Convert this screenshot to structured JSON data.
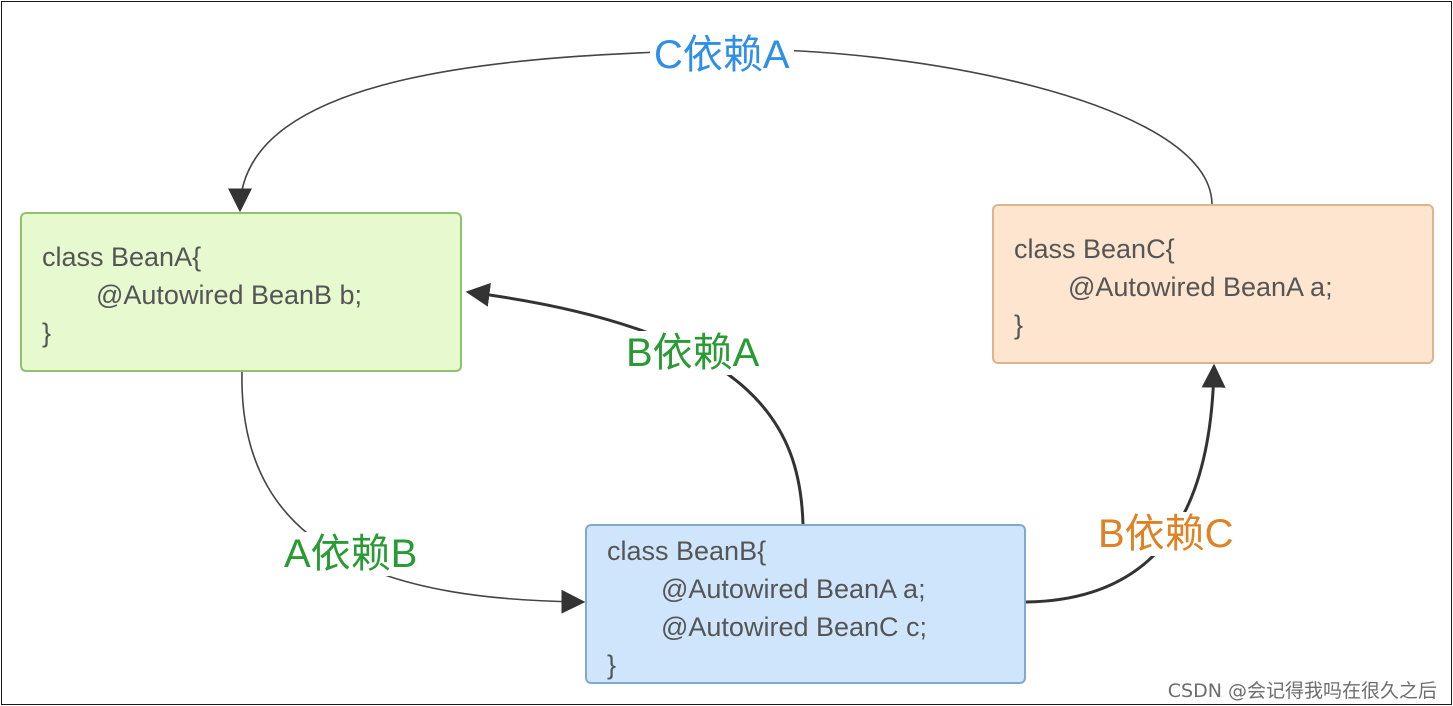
{
  "nodes": {
    "bean_a": {
      "lines": [
        "class BeanA{",
        "@Autowired BeanB b;",
        "}"
      ]
    },
    "bean_b": {
      "lines": [
        "class BeanB{",
        "@Autowired BeanA a;",
        "@Autowired BeanC c;",
        "}"
      ]
    },
    "bean_c": {
      "lines": [
        "class BeanC{",
        "@Autowired BeanA a;",
        "}"
      ]
    }
  },
  "edges": {
    "c_to_a": {
      "label": "C依赖A",
      "color": "#2f8fe8"
    },
    "b_to_a": {
      "label": "B依赖A",
      "color": "#2a9a35"
    },
    "a_to_b": {
      "label": "A依赖B",
      "color": "#2a9a35"
    },
    "b_to_c": {
      "label": "B依赖C",
      "color": "#df8224"
    }
  },
  "colors": {
    "bean_a_fill": "#e6f9cf",
    "bean_b_fill": "#cfe5fc",
    "bean_c_fill": "#fde5cf"
  },
  "watermark": "CSDN @会记得我吗在很久之后"
}
